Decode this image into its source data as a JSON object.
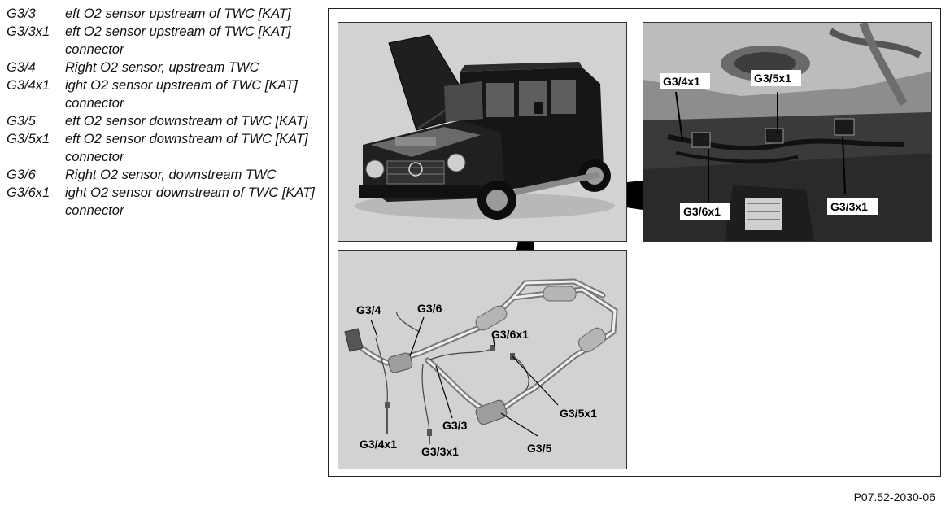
{
  "legend": [
    {
      "code": "G3/3",
      "description": "eft O2 sensor upstream of TWC [KAT]"
    },
    {
      "code": "G3/3x1",
      "description": "eft O2 sensor upstream of TWC [KAT] connector"
    },
    {
      "code": "G3/4",
      "description": "Right O2 sensor, upstream TWC"
    },
    {
      "code": "G3/4x1",
      "description": "ight O2 sensor upstream of TWC [KAT] connector"
    },
    {
      "code": "G3/5",
      "description": "eft O2 sensor downstream of TWC [KAT]"
    },
    {
      "code": "G3/5x1",
      "description": "eft O2 sensor downstream of TWC [KAT] connector"
    },
    {
      "code": "G3/6",
      "description": "Right O2 sensor, downstream TWC"
    },
    {
      "code": "G3/6x1",
      "description": "ight O2 sensor downstream of TWC [KAT] connector"
    }
  ],
  "underbody_callouts": {
    "g34x1": "G3/4x1",
    "g35x1": "G3/5x1",
    "g36x1": "G3/6x1",
    "g33x1": "G3/3x1"
  },
  "exhaust_callouts": {
    "g34": "G3/4",
    "g36": "G3/6",
    "g36x1": "G3/6x1",
    "g35x1": "G3/5x1",
    "g33": "G3/3",
    "g34x1": "G3/4x1",
    "g33x1": "G3/3x1",
    "g35": "G3/5"
  },
  "figure_id": "P07.52-2030-06",
  "colors": {
    "vehicle_body": "#1c1c1c",
    "panel_background": "#d2d2d2",
    "underbody_background": "#8d8d8d"
  }
}
